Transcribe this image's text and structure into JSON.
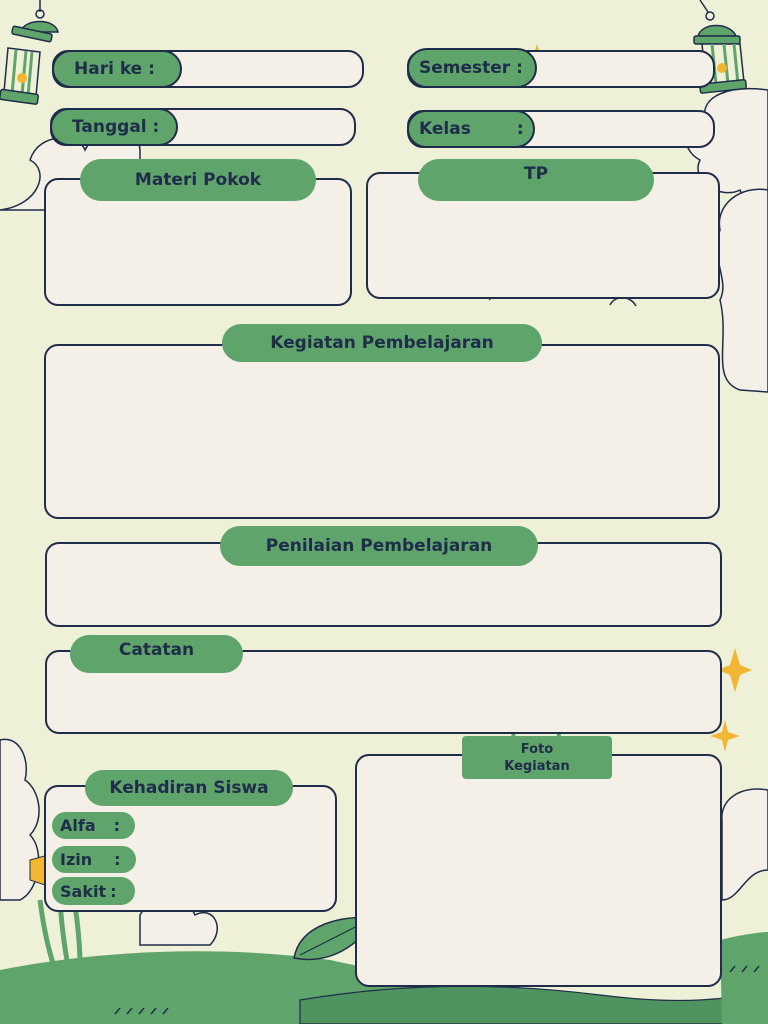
{
  "header": {
    "hari_ke_label": "Hari ke :",
    "hari_ke_value": "",
    "semester_label": "Semester :",
    "semester_value": "",
    "tanggal_label": "Tanggal :",
    "tanggal_value": "",
    "kelas_label": "Kelas",
    "kelas_colon": ":",
    "kelas_value": ""
  },
  "sections": {
    "materi_pokok": "Materi Pokok",
    "tp": "TP",
    "kegiatan": "Kegiatan Pembelajaran",
    "penilaian": "Penilaian Pembelajaran",
    "catatan": "Catatan",
    "kehadiran": "Kehadiran Siswa",
    "foto_line1": "Foto",
    "foto_line2": "Kegiatan"
  },
  "attendance": {
    "alfa": "Alfa",
    "izin": "Izin",
    "sakit": "Sakit",
    "alfa_colon": ":",
    "izin_colon": ":",
    "sakit_colon": ":"
  },
  "colors": {
    "background": "#eef0d8",
    "green": "#5fa56b",
    "navy": "#1f2d4a",
    "cream": "#f4efe7",
    "star": "#f2b632"
  }
}
